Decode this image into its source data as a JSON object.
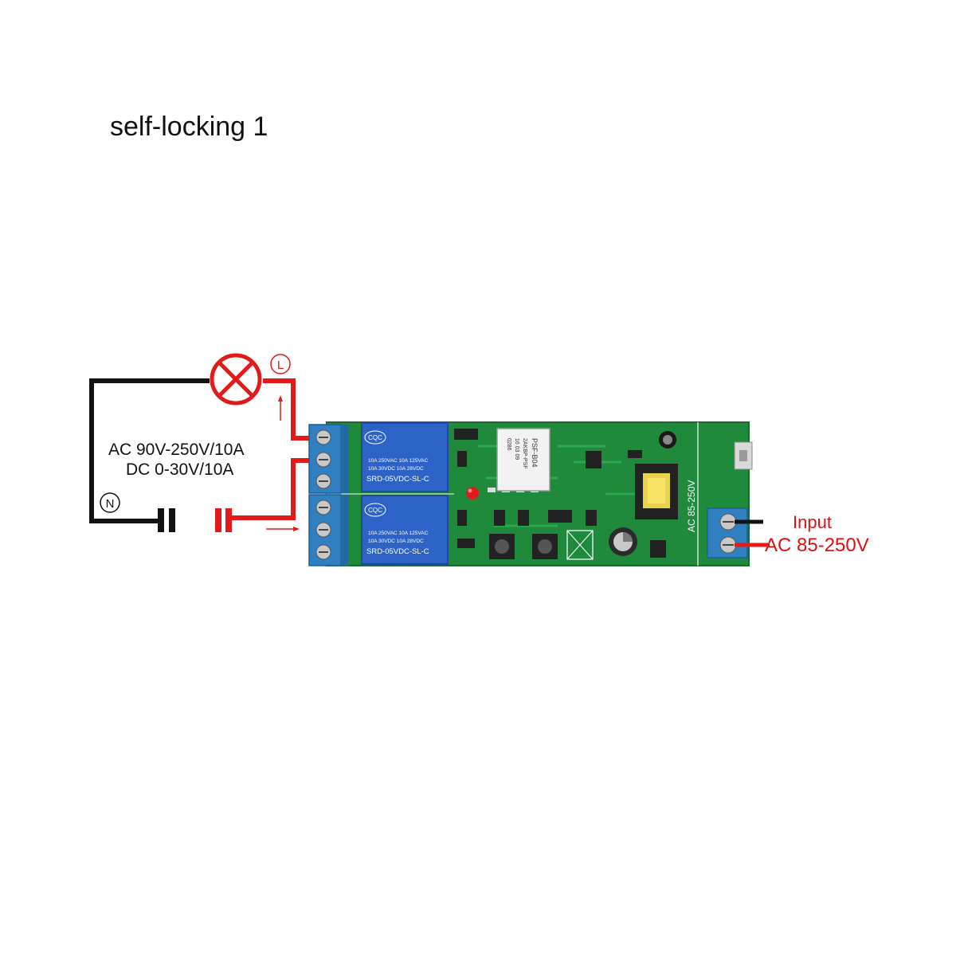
{
  "title": "self-locking 1",
  "load_spec": {
    "line1": "AC 90V-250V/10A",
    "line2": "DC 0-30V/10A"
  },
  "terminal_labels": {
    "live": "L",
    "neutral": "N"
  },
  "input": {
    "label": "Input",
    "value": "AC 85-250V"
  },
  "relays": [
    {
      "rating_line1": "10A 250VAC  10A 125VAC",
      "rating_line2": "10A 30VDC  10A 28VDC",
      "model": "SRD-05VDC-SL-C",
      "brand": "CQC"
    },
    {
      "rating_line1": "10A 250VAC  10A 125VAC",
      "rating_line2": "10A 30VDC  10A 28VDC",
      "model": "SRD-05VDC-SL-C",
      "brand": "CQC"
    }
  ],
  "wifi_module": {
    "line1": "PSF-B04",
    "line2": "2AKBP-PSF",
    "line3": "16 03 09",
    "line4": "0286"
  },
  "board_silkscreen": "AC 85-250V",
  "colors": {
    "live_wire": "#e21a1a",
    "neutral_wire": "#111111",
    "pcb": "#1f8a3c",
    "terminal_block": "#2f7fc1",
    "relay": "#2d63c6"
  }
}
